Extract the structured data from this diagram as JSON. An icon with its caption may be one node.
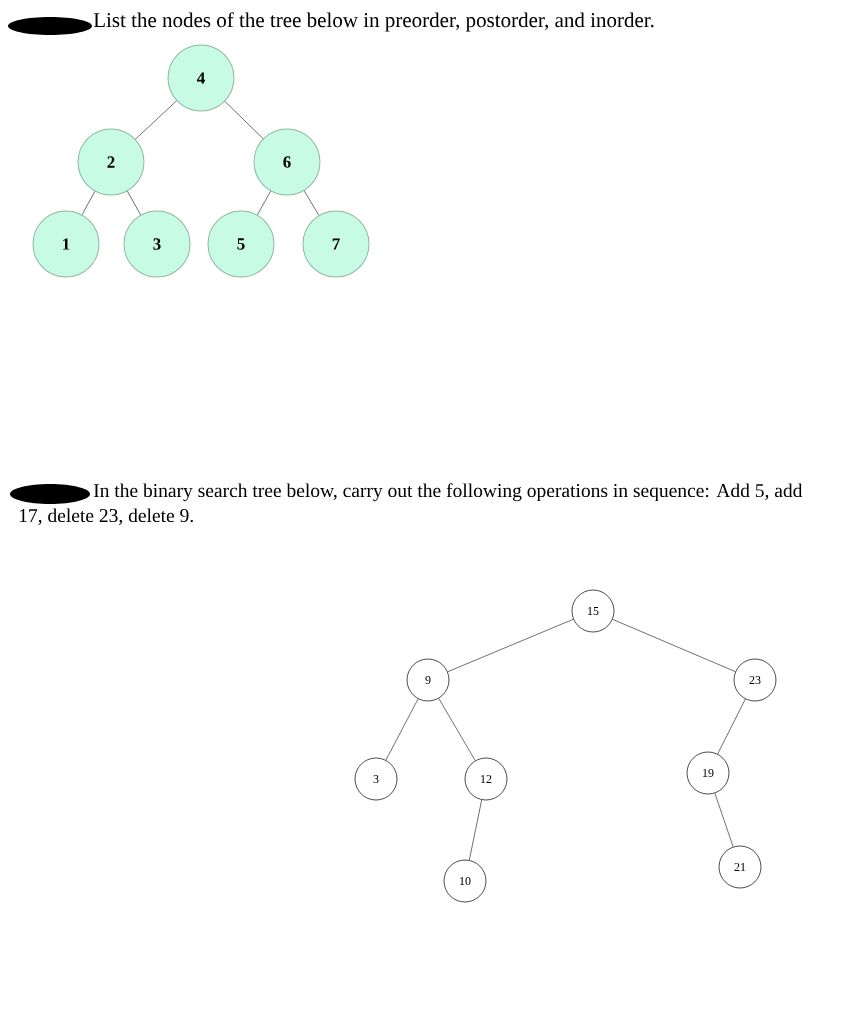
{
  "diagram": {
    "nodes": [
      {
        "text": [
          "4"
        ]
      },
      {
        "text": [
          "2"
        ]
      },
      {
        "text": [
          "6"
        ]
      },
      {
        "text": [
          "1"
        ]
      },
      {
        "text": [
          "3"
        ]
      },
      {
        "text": [
          "5"
        ]
      },
      {
        "text": [
          "7"
        ]
      },
      {
        "text": [
          "15"
        ]
      },
      {
        "text": [
          "9"
        ]
      },
      {
        "text": [
          "23"
        ]
      },
      {
        "text": [
          "3"
        ]
      },
      {
        "text": [
          "12"
        ]
      },
      {
        "text": [
          "19"
        ]
      },
      {
        "text": [
          "10"
        ]
      },
      {
        "text": [
          "21"
        ]
      }
    ],
    "edges": [
      {
        "from": 0,
        "to": 1,
        "arrow": "none"
      },
      {
        "from": 0,
        "to": 2,
        "arrow": "none"
      },
      {
        "from": 1,
        "to": 3,
        "arrow": "none"
      },
      {
        "from": 1,
        "to": 4,
        "arrow": "none"
      },
      {
        "from": 2,
        "to": 5,
        "arrow": "none"
      },
      {
        "from": 2,
        "to": 6,
        "arrow": "none"
      },
      {
        "from": 7,
        "to": 8,
        "arrow": "none"
      },
      {
        "from": 7,
        "to": 9,
        "arrow": "none"
      },
      {
        "from": 8,
        "to": 10,
        "arrow": "none"
      },
      {
        "from": 8,
        "to": 11,
        "arrow": "none"
      },
      {
        "from": 11,
        "to": 13,
        "arrow": "none"
      },
      {
        "from": 9,
        "to": 12,
        "arrow": "none"
      },
      {
        "from": 12,
        "to": 14,
        "arrow": "none"
      }
    ],
    "labels": [
      "List the nodes of the tree below in preorder, postorder, and inorder.",
      "In the binary search tree below, carry out the following operations in sequence: Add 5, add 17, delete 23, delete 9."
    ]
  }
}
